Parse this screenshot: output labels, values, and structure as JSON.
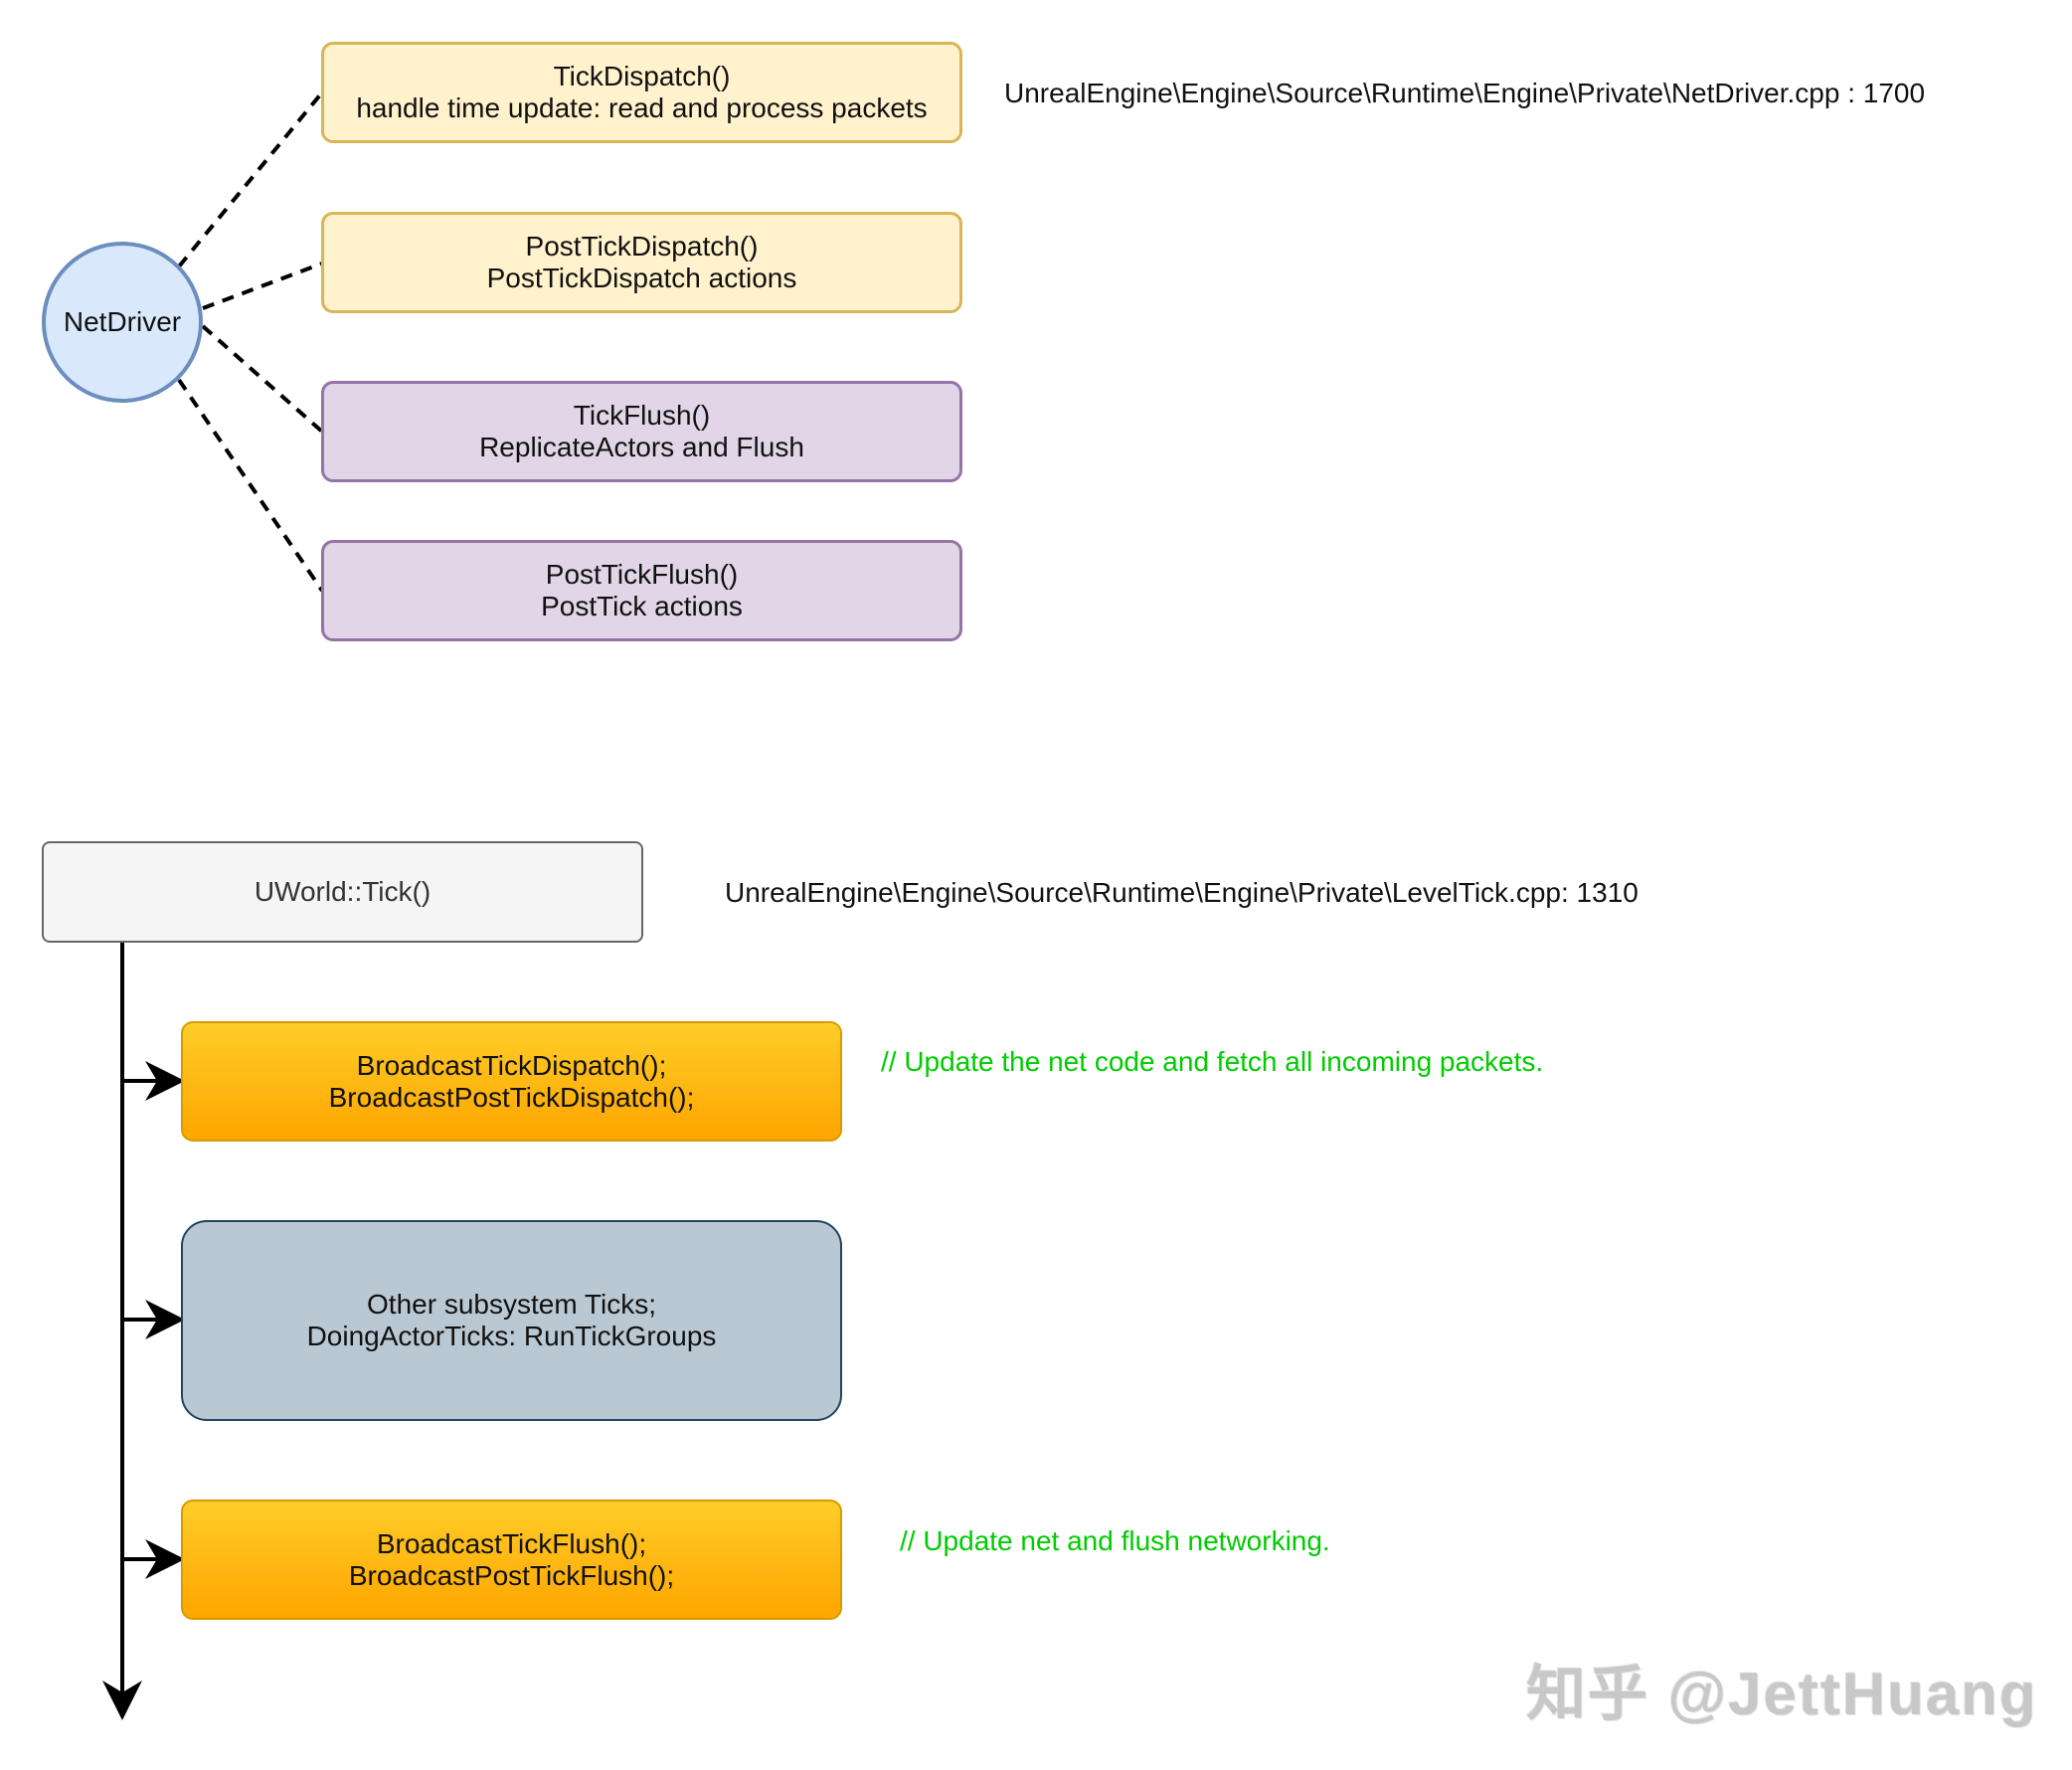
{
  "netdriver": {
    "label": "NetDriver",
    "source_path": "UnrealEngine\\Engine\\Source\\Runtime\\Engine\\Private\\NetDriver.cpp : 1700",
    "nodes": [
      {
        "line1": "TickDispatch()",
        "line2": "handle time update: read and process packets",
        "color": "yellow"
      },
      {
        "line1": "PostTickDispatch()",
        "line2": "PostTickDispatch actions",
        "color": "yellow"
      },
      {
        "line1": "TickFlush()",
        "line2": "ReplicateActors and Flush",
        "color": "purple"
      },
      {
        "line1": "PostTickFlush()",
        "line2": "PostTick actions",
        "color": "purple"
      }
    ]
  },
  "uworld": {
    "label": "UWorld::Tick()",
    "source_path": "UnrealEngine\\Engine\\Source\\Runtime\\Engine\\Private\\LevelTick.cpp: 1310",
    "steps": [
      {
        "line1": "BroadcastTickDispatch();",
        "line2": "BroadcastPostTickDispatch();",
        "comment": "// Update the net code and fetch all incoming packets."
      },
      {
        "line1": "Other subsystem Ticks;",
        "line2": "DoingActorTicks: RunTickGroups",
        "comment": ""
      },
      {
        "line1": "BroadcastTickFlush();",
        "line2": "BroadcastPostTickFlush();",
        "comment": "// Update net and flush networking."
      }
    ]
  },
  "watermark": "知乎 @JettHuang",
  "colors": {
    "yellow_fill": "#fff2cc",
    "yellow_stroke": "#d6b656",
    "purple_fill": "#e1d5e7",
    "purple_stroke": "#9673a6",
    "circle_fill": "#dae8fc",
    "circle_stroke": "#6c8ebf",
    "orange_top": "#ffcd28",
    "orange_bottom": "#ffa500",
    "slate_fill": "#bac8d3",
    "comment_green": "#00cc00"
  }
}
